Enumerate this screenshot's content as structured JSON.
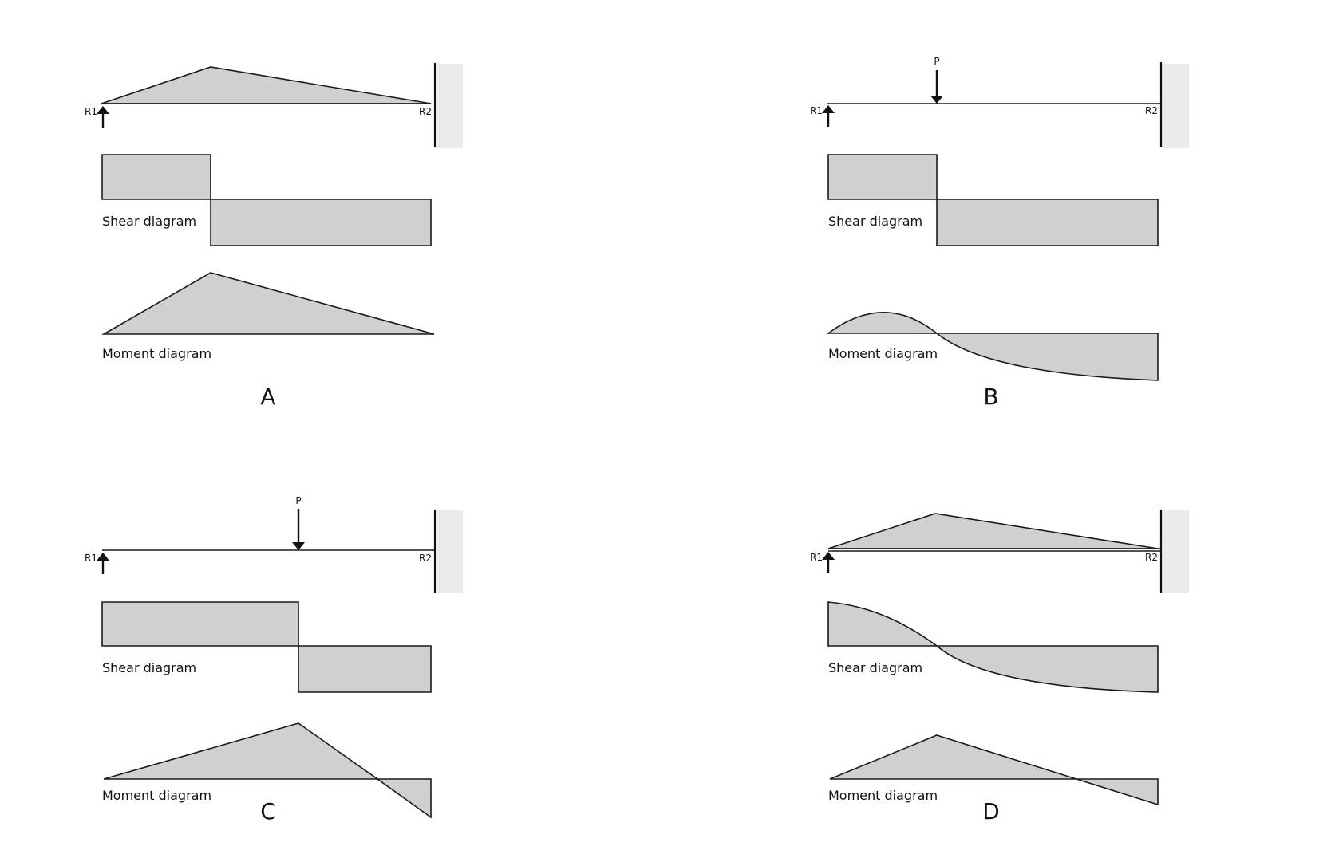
{
  "panels": {
    "a": {
      "letter": "A",
      "beam": {
        "r1": "R1",
        "r2": "R2"
      },
      "shear_label": "Shear diagram",
      "moment_label": "Moment diagram"
    },
    "b": {
      "letter": "B",
      "beam": {
        "r1": "R1",
        "r2": "R2",
        "load": "P"
      },
      "shear_label": "Shear diagram",
      "moment_label": "Moment diagram"
    },
    "c": {
      "letter": "C",
      "beam": {
        "r1": "R1",
        "r2": "R2",
        "load": "P"
      },
      "shear_label": "Shear diagram",
      "moment_label": "Moment diagram"
    },
    "d": {
      "letter": "D",
      "beam": {
        "r1": "R1",
        "r2": "R2"
      },
      "shear_label": "Shear diagram",
      "moment_label": "Moment diagram"
    }
  },
  "colors": {
    "diagram_fill": "#d0d0d0",
    "outline": "#1a1a1a",
    "wall_face": "#ebebeb"
  }
}
